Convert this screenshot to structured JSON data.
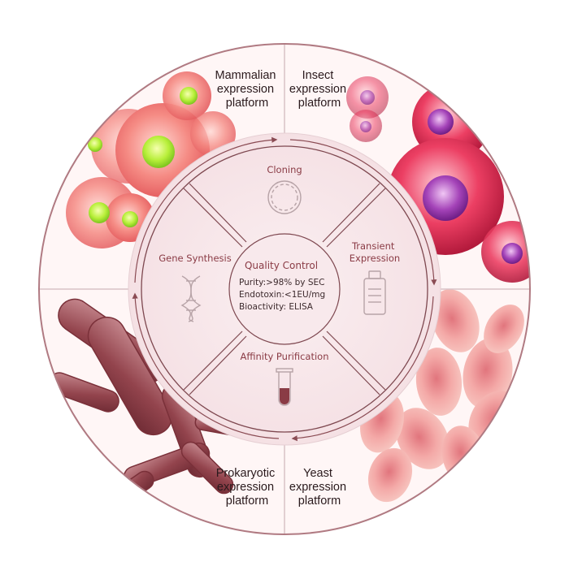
{
  "platforms": {
    "mammalian": [
      "Mammalian",
      "expression",
      "platform"
    ],
    "insect": [
      "Insect",
      "expression",
      "platform"
    ],
    "prokaryotic": [
      "Prokaryotic",
      "expression",
      "platform"
    ],
    "yeast": [
      "Yeast",
      "expression",
      "platform"
    ]
  },
  "workflow": {
    "cloning": "Cloning",
    "transient_expression": [
      "Transient",
      "Expression"
    ],
    "affinity_purification": "Affinity Purification",
    "gene_synthesis": "Gene Synthesis"
  },
  "quality_control": {
    "title": "Quality Control",
    "lines": [
      "Purity:>98% by SEC",
      "Endotoxin:<1EU/mg",
      "Bioactivity: ELISA"
    ]
  },
  "icons": {
    "cloning": "plasmid-ring-icon",
    "transient_expression": "media-bottle-icon",
    "affinity_purification": "test-tube-icon",
    "gene_synthesis": "dna-helix-icon"
  },
  "colors": {
    "outer_ring_stroke": "#b07a82",
    "center_fill": "#f6e3e6",
    "accent_text": "#8a3b45"
  }
}
